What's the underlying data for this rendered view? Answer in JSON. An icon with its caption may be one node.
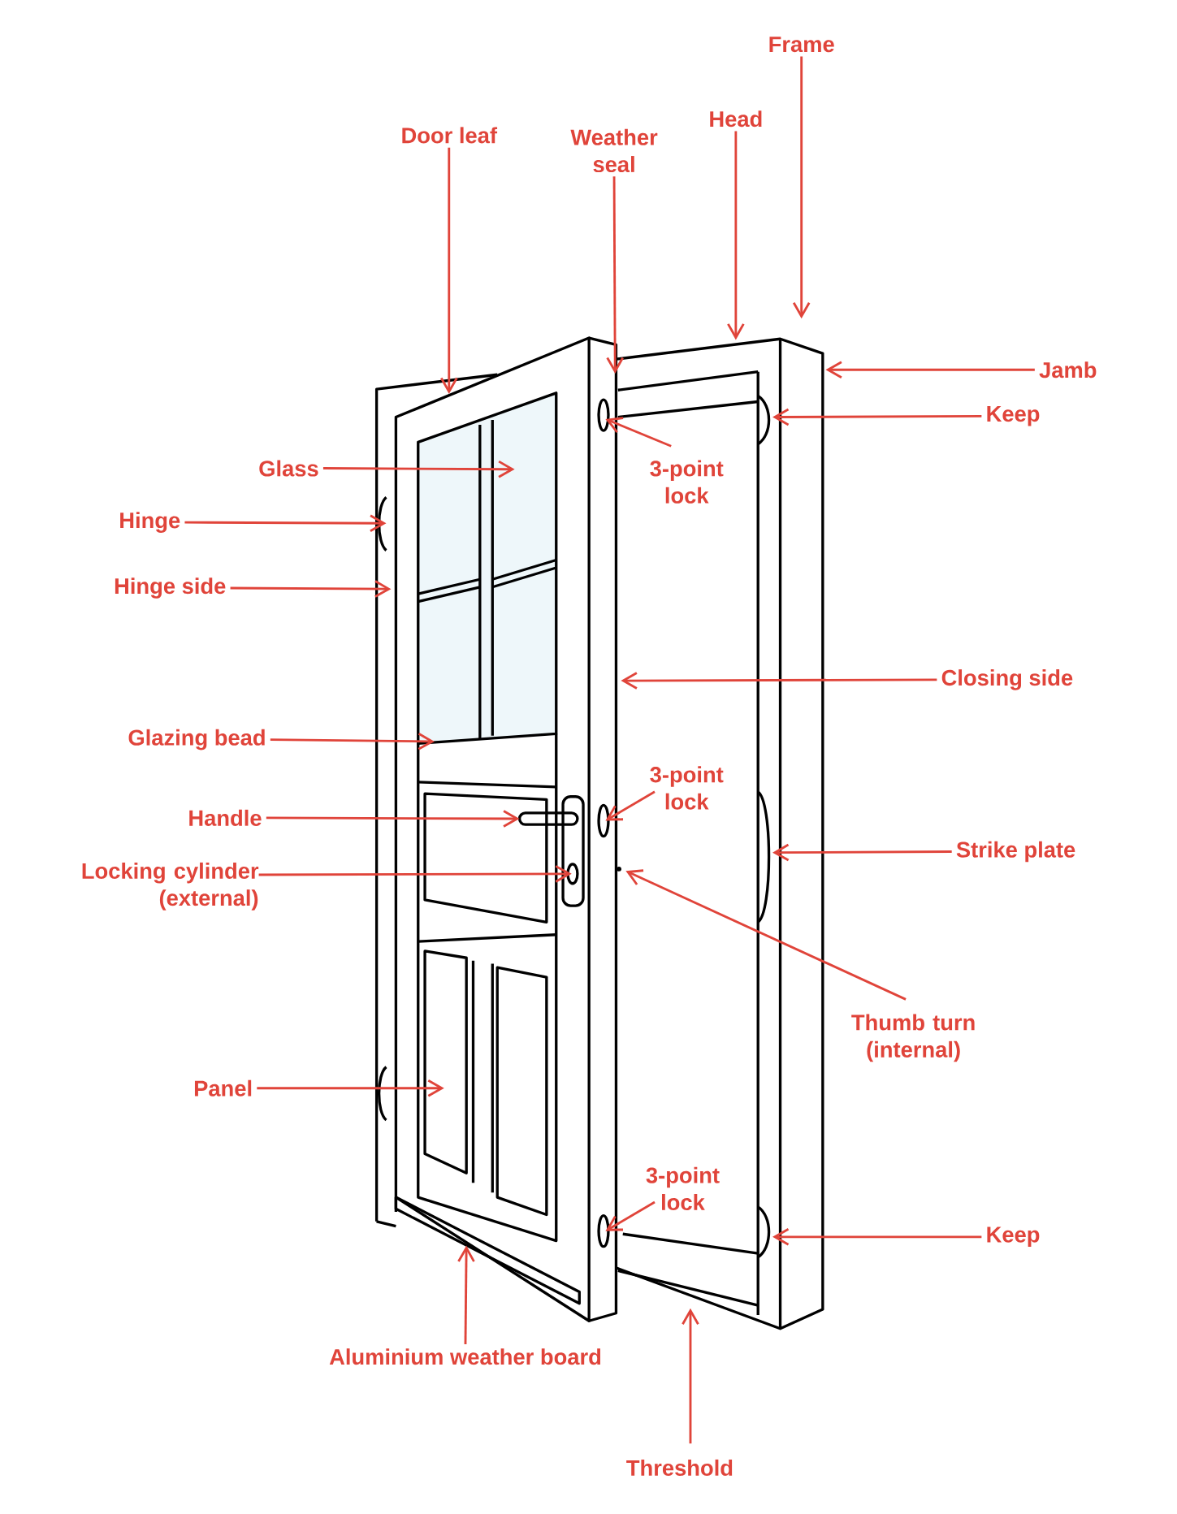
{
  "diagram": {
    "nodes": [
      {
        "text": [
          "Frame"
        ]
      },
      {
        "text": [
          "Door leaf"
        ]
      },
      {
        "text": [
          "Weather seal"
        ]
      },
      {
        "text": [
          "Head"
        ]
      },
      {
        "text": [
          "Jamb"
        ]
      },
      {
        "text": [
          "Keep"
        ]
      },
      {
        "text": [
          "3-point lock"
        ]
      },
      {
        "text": [
          "Glass"
        ]
      },
      {
        "text": [
          "Hinge"
        ]
      },
      {
        "text": [
          "Hinge side"
        ]
      },
      {
        "text": [
          "Closing side"
        ]
      },
      {
        "text": [
          "Glazing bead"
        ]
      },
      {
        "text": [
          "3-point lock"
        ]
      },
      {
        "text": [
          "Handle"
        ]
      },
      {
        "text": [
          "Strike plate"
        ]
      },
      {
        "text": [
          "Locking cylinder (external)"
        ]
      },
      {
        "text": [
          "Thumb turn (internal)"
        ]
      },
      {
        "text": [
          "Panel"
        ]
      },
      {
        "text": [
          "3-point lock"
        ]
      },
      {
        "text": [
          "Keep"
        ]
      },
      {
        "text": [
          "Aluminium weather board"
        ]
      },
      {
        "text": [
          "Threshold"
        ]
      }
    ],
    "edges": [
      {
        "from": 0,
        "to": null,
        "arrow": "to"
      },
      {
        "from": 1,
        "to": null,
        "arrow": "to"
      },
      {
        "from": 2,
        "to": null,
        "arrow": "to"
      },
      {
        "from": 3,
        "to": null,
        "arrow": "to"
      },
      {
        "from": 4,
        "to": null,
        "arrow": "to"
      },
      {
        "from": 5,
        "to": null,
        "arrow": "to"
      },
      {
        "from": 6,
        "to": null,
        "arrow": "to"
      },
      {
        "from": 7,
        "to": null,
        "arrow": "to"
      },
      {
        "from": 8,
        "to": null,
        "arrow": "to"
      },
      {
        "from": 9,
        "to": null,
        "arrow": "to"
      },
      {
        "from": 10,
        "to": null,
        "arrow": "to"
      },
      {
        "from": 11,
        "to": null,
        "arrow": "to"
      },
      {
        "from": 12,
        "to": null,
        "arrow": "to"
      },
      {
        "from": 13,
        "to": null,
        "arrow": "to"
      },
      {
        "from": 14,
        "to": null,
        "arrow": "to"
      },
      {
        "from": 15,
        "to": null,
        "arrow": "to"
      },
      {
        "from": 16,
        "to": null,
        "arrow": "to"
      },
      {
        "from": 17,
        "to": null,
        "arrow": "to"
      },
      {
        "from": 18,
        "to": null,
        "arrow": "to"
      },
      {
        "from": 19,
        "to": null,
        "arrow": "to"
      },
      {
        "from": 20,
        "to": null,
        "arrow": "to"
      },
      {
        "from": 21,
        "to": null,
        "arrow": "to"
      }
    ]
  }
}
